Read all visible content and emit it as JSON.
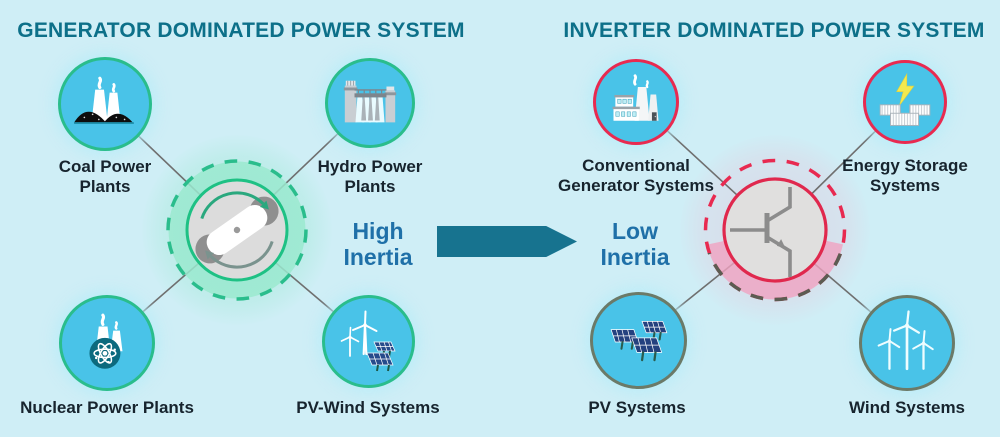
{
  "colors": {
    "bg": "#cfeef6",
    "title": "#0d7089",
    "inertia": "#1f70a8",
    "arrow": "#17738f",
    "label": "#17242e",
    "green": "#2abd8c",
    "crimson": "#e82a50",
    "muted": "#6b7a68",
    "nodeFill": "#49c3e8",
    "hubFill": "#dcdcdc",
    "connector": "#6f6f6f",
    "pink": "#f0a2c0",
    "glow": "#9ae9cf"
  },
  "left_panel": {
    "title": "GENERATOR DOMINATED POWER SYSTEM",
    "inertia_label": "High Inertia",
    "hub": {
      "icon": "rotating-mass-icon"
    },
    "nodes": [
      {
        "label": "Coal Power Plants",
        "icon": "coal-plant-icon"
      },
      {
        "label": "Hydro Power Plants",
        "icon": "hydro-dam-icon"
      },
      {
        "label": "Nuclear Power Plants",
        "icon": "nuclear-plant-icon"
      },
      {
        "label": "PV-Wind Systems",
        "icon": "pv-wind-icon"
      }
    ]
  },
  "right_panel": {
    "title": "INVERTER DOMINATED POWER SYSTEM",
    "inertia_label": "Low Inertia",
    "hub": {
      "icon": "transistor-icon"
    },
    "nodes": [
      {
        "label": "Conventional Generator Systems",
        "icon": "factory-icon"
      },
      {
        "label": "Energy Storage Systems",
        "icon": "battery-storage-icon"
      },
      {
        "label": "PV Systems",
        "icon": "solar-panels-icon"
      },
      {
        "label": "Wind Systems",
        "icon": "wind-turbines-icon"
      }
    ]
  }
}
